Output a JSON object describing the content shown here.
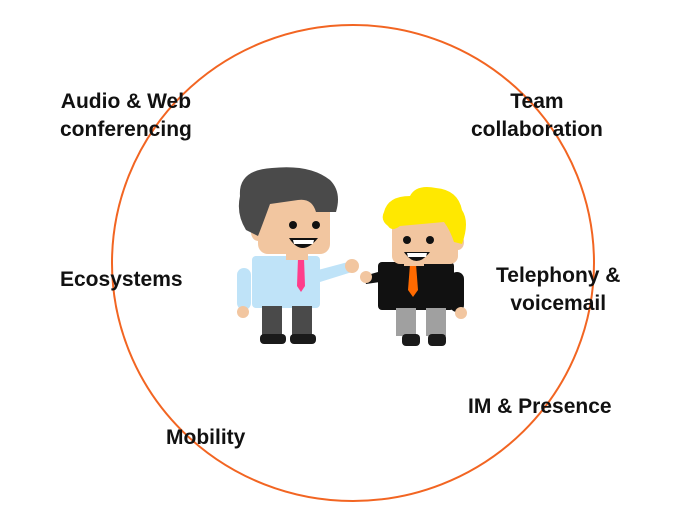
{
  "colors": {
    "ring": "#f26522",
    "left_hair": "#4a4a4a",
    "left_shirt": "#bfe3f8",
    "left_tie": "#ff3d8b",
    "left_pants": "#4a4a4a",
    "right_hair": "#ffe800",
    "right_shirt": "#111111",
    "right_tie": "#ff6a00",
    "right_pants": "#a0a0a0",
    "skin": "#f2c6a0",
    "shoes": "#1a1a1a"
  },
  "labels": {
    "audio_web": {
      "line1": "Audio & Web",
      "line2": "conferencing"
    },
    "team": {
      "line1": "Team",
      "line2": "collaboration"
    },
    "ecosystems": {
      "line1": "Ecosystems"
    },
    "telephony": {
      "line1": "Telephony &",
      "line2": "voicemail"
    },
    "im_presence": {
      "line1": "IM & Presence"
    },
    "mobility": {
      "line1": "Mobility"
    }
  }
}
